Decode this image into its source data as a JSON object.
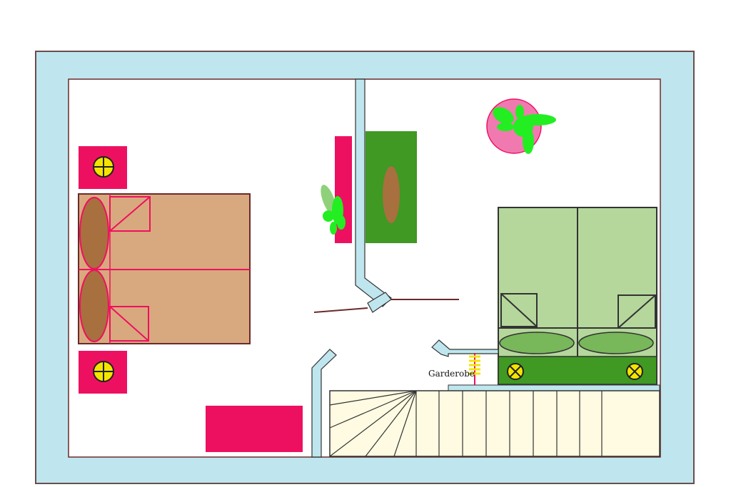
{
  "floorplan": {
    "labels": {
      "wardrobe": "Garderobe"
    },
    "colors": {
      "outer_wall": "#bfe6ee",
      "outline": "#6b2a2a",
      "bed_double": "#d8a97e",
      "pillow": "#a8703e",
      "accent_pink": "#ee1060",
      "beds_twin": "#b5d79c",
      "rug_green": "#3f9922",
      "plant_green": "#22ee22",
      "lamp_yellow": "#f4e500",
      "stairs": "#fffbe2"
    },
    "icons": {
      "lamp": "crosshair-circle",
      "lamp_alt": "x-circle",
      "plant": "leafy-plant",
      "staircase": "stairs"
    }
  }
}
